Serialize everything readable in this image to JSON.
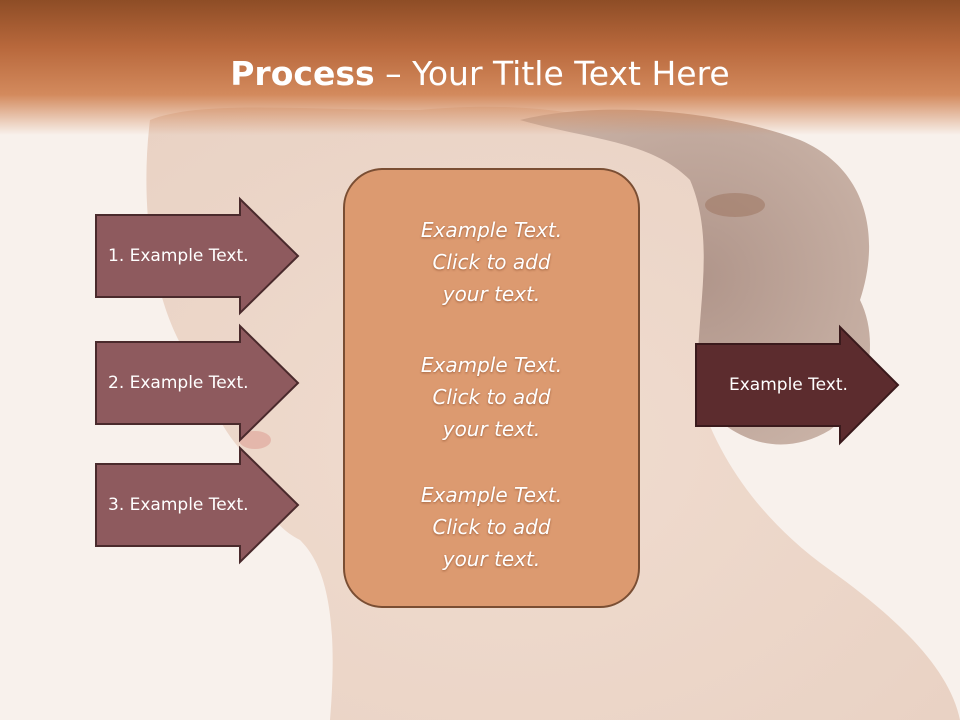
{
  "title": {
    "bold": "Process",
    "dash": " – ",
    "rest": "Your Title Text Here"
  },
  "left_steps": [
    {
      "label": "1. Example Text."
    },
    {
      "label": "2. Example Text."
    },
    {
      "label": "3. Example Text."
    }
  ],
  "center_blocks": [
    {
      "l1": "Example Text.",
      "l2": "Click  to add",
      "l3": "your text."
    },
    {
      "l1": "Example Text.",
      "l2": "Click  to add",
      "l3": "your text."
    },
    {
      "l1": "Example Text.",
      "l2": "Click  to add",
      "l3": "your text."
    }
  ],
  "output": {
    "label": "Example Text."
  },
  "colors": {
    "title_bar": "#b8683c",
    "step_fill": "#8e5a5e",
    "center_fill": "#dc9a70",
    "output_fill": "#5c2c2e"
  }
}
